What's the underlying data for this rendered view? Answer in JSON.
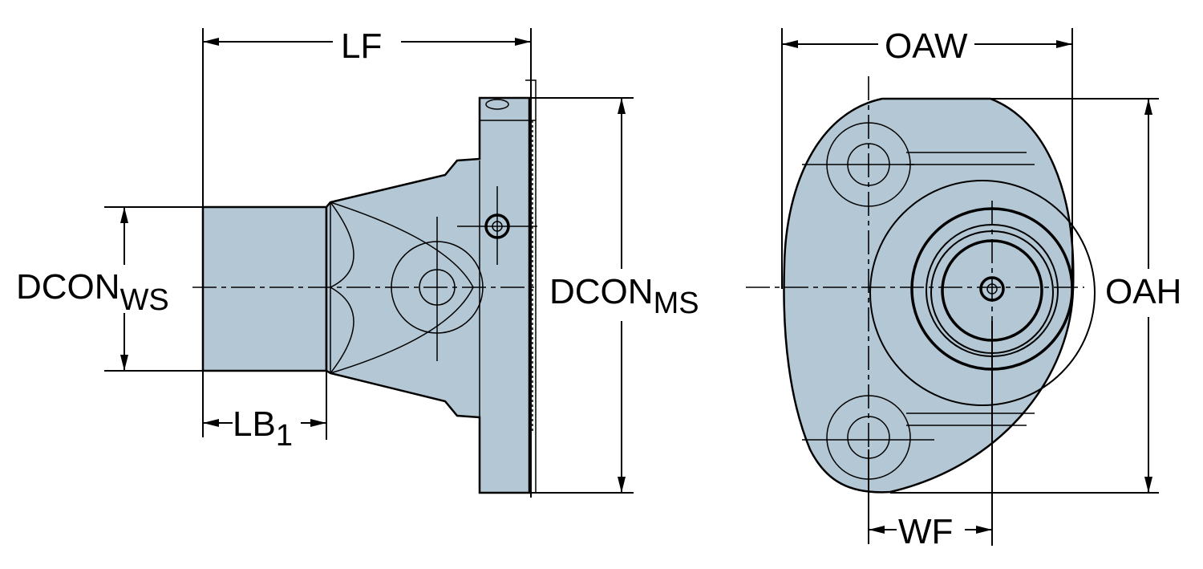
{
  "title": "Tool holder dimension drawing",
  "colors": {
    "body_fill": "#b3c7d4",
    "line": "#000000"
  },
  "labels": {
    "lf": "LF",
    "dcon_ws_main": "DCON",
    "dcon_ws_sub": "WS",
    "lb1_main": "LB",
    "lb1_sub": "1",
    "dcon_ms_main": "DCON",
    "dcon_ms_sub": "MS",
    "oaw": "OAW",
    "oah": "OAH",
    "wf": "WF"
  }
}
